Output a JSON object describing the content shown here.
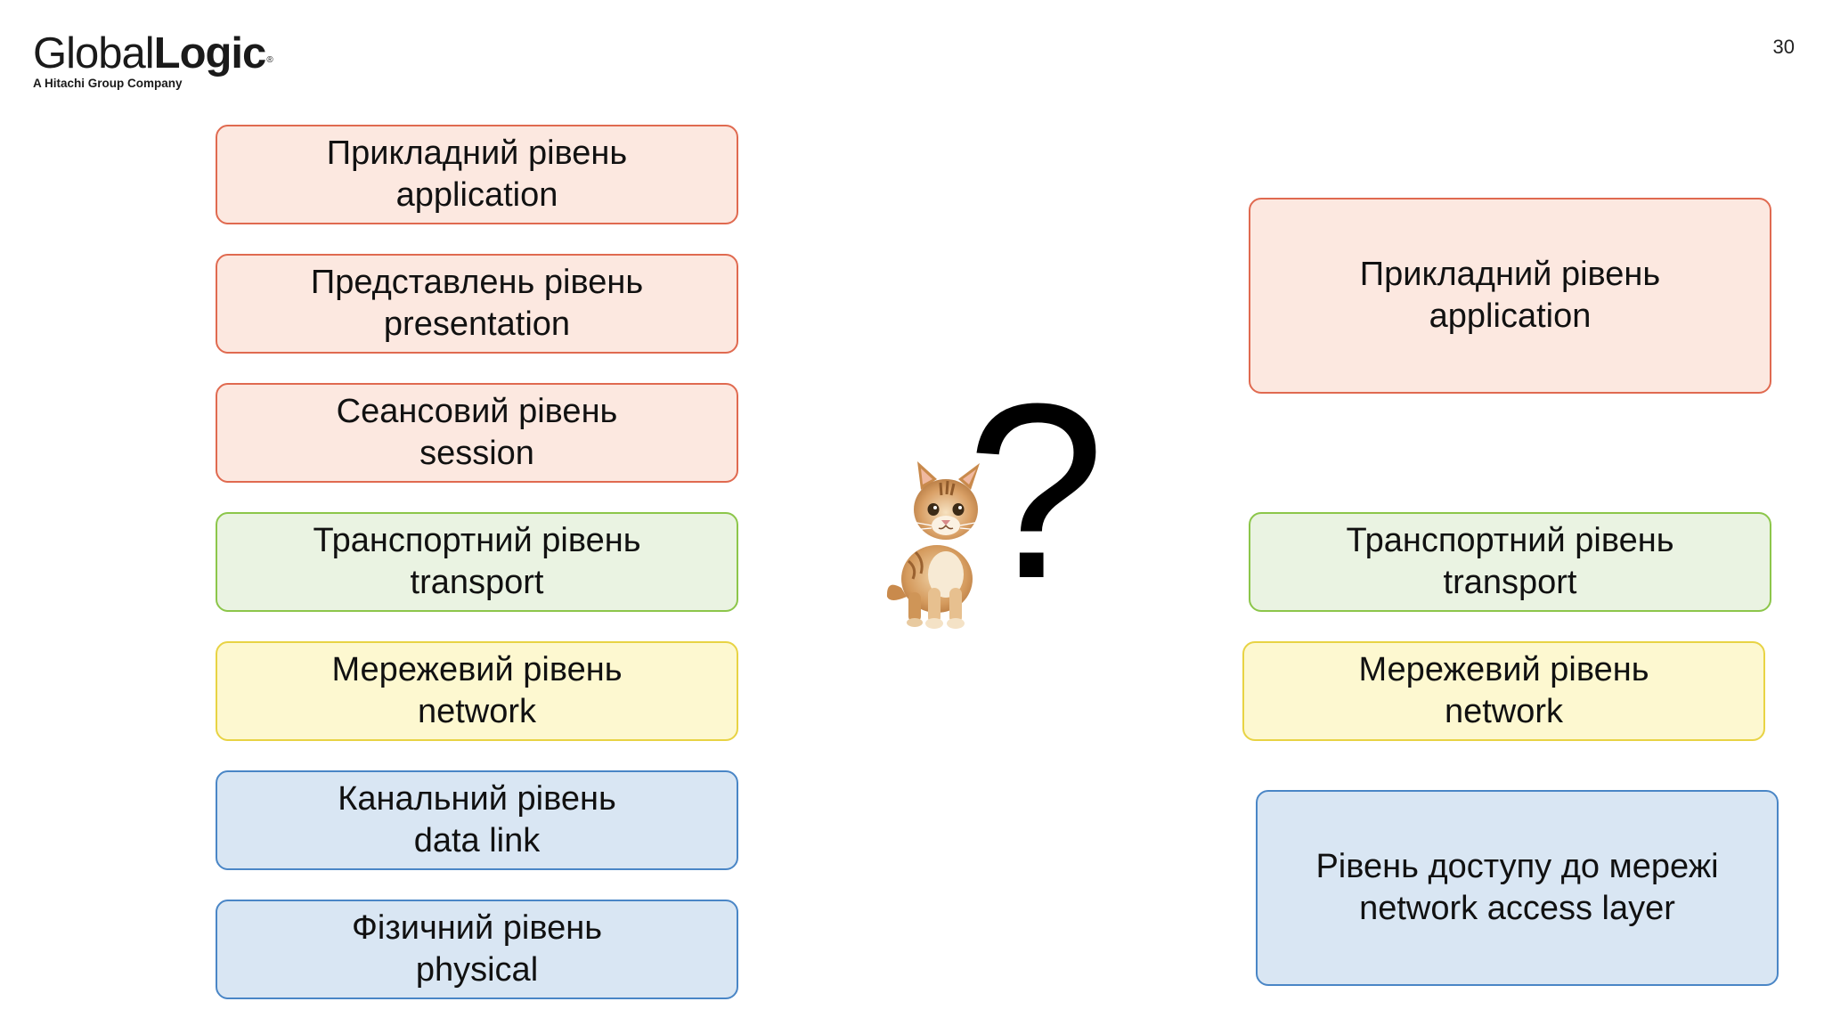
{
  "logo": {
    "brand_part1": "Global",
    "brand_part2": "Logic",
    "registered": "®",
    "tagline": "A Hitachi Group Company"
  },
  "page_number": "30",
  "osi_layers": [
    {
      "line1": "Прикладний рівень",
      "line2": "application",
      "color": "#fce8e0"
    },
    {
      "line1": "Представлень рівень",
      "line2": "presentation",
      "color": "#fce8e0"
    },
    {
      "line1": "Сеансовий рівень",
      "line2": "session",
      "color": "#fce8e0"
    },
    {
      "line1": "Транспортний рівень",
      "line2": "transport",
      "color": "#eaf3e2"
    },
    {
      "line1": "Мережевий рівень",
      "line2": "network",
      "color": "#fdf8d0"
    },
    {
      "line1": "Канальний рівень",
      "line2": "data link",
      "color": "#d9e6f3"
    },
    {
      "line1": "Фізичний рівень",
      "line2": "physical",
      "color": "#d9e6f3"
    }
  ],
  "tcpip_layers": [
    {
      "line1": "Прикладний рівень",
      "line2": "application",
      "color": "#fce8e0"
    },
    {
      "line1": "Транспортний рівень",
      "line2": "transport",
      "color": "#eaf3e2"
    },
    {
      "line1": "Мережевий рівень",
      "line2": "network",
      "color": "#fdf8d0"
    },
    {
      "line1": "Рівень доступу до мережі",
      "line2": "network access layer",
      "color": "#d9e6f3"
    }
  ],
  "middle": {
    "symbol": "?",
    "image": "kitten-image"
  }
}
